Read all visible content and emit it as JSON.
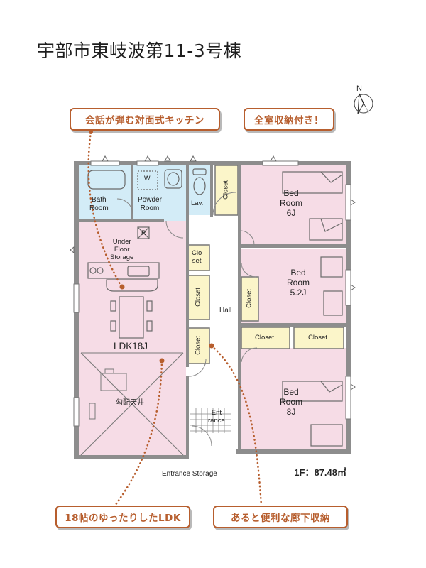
{
  "title": "宇部市東岐波第11-3号棟",
  "callouts": {
    "kitchen": "会話が弾む対面式キッチン",
    "storage": "全室収納付き！",
    "ldk": "18帖のゆったりしたLDK",
    "hallway": "あると便利な廊下収納"
  },
  "rooms": {
    "bath": "Bath\nRoom",
    "powder": "Powder\nRoom",
    "washer": "W",
    "lav": "Lav.",
    "closet": "Closet",
    "closet_small": "Clo\nset",
    "under_floor": "Under\nFloor\nStorage",
    "refrigerator": "R",
    "ldk": "LDK18J",
    "sloped_ceiling": "勾配天井",
    "hall": "Hall",
    "entrance": "Ent\nrance",
    "entrance_storage": "Entrance Storage",
    "bed1": "Bed\nRoom\n6J",
    "bed2": "Bed\nRoom\n5.2J",
    "bed3": "Bed\nRoom\n8J"
  },
  "compass": "N",
  "floor_area": "1F：87.48㎡",
  "colors": {
    "accent": "#b75e2e",
    "room_pink": "#f6dce6",
    "wet_blue": "#d3ecf7",
    "closet_yellow": "#fbf5c9",
    "wall": "#8d8d8d"
  }
}
